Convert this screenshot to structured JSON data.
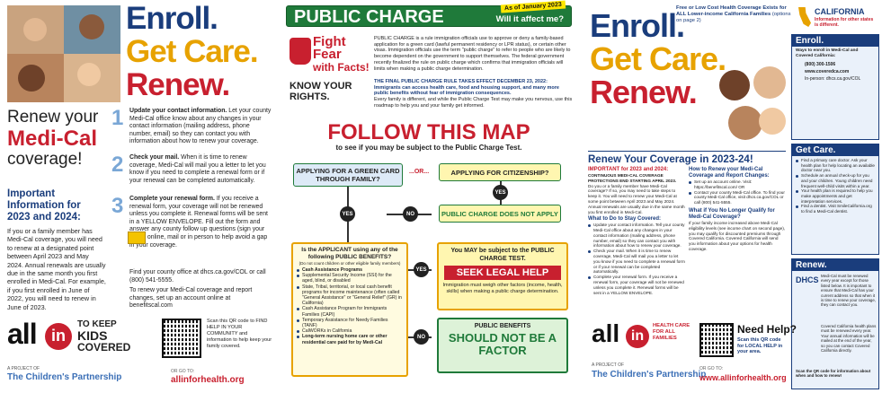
{
  "left": {
    "slogan": {
      "enroll": "Enroll.",
      "get_care": "Get Care.",
      "renew": "Renew."
    },
    "headline_1": "Renew your",
    "headline_2": "Medi-Cal",
    "headline_3": "coverage!",
    "important_title": "Important Information for 2023 and 2024:",
    "important_body": "If you or a family member has Medi-Cal coverage, you will need to renew at a designated point between April 2023 and May 2024. Annual renewals are usually due in the same month you first enrolled in Medi-Cal. For example, if you first enrolled in June of 2022, you will need to renew in June of 2023.",
    "steps": [
      {
        "num": "1",
        "title": "Update your contact information.",
        "body": "Let your county Medi-Cal office know about any changes in your contact information (mailing address, phone number, email) so they can contact you with information about how to renew your coverage."
      },
      {
        "num": "2",
        "title": "Check your mail.",
        "body": "When it is time to renew coverage, Medi-Cal will mail you a letter to let you know if you need to complete a renewal form or if your renewal can be completed automatically."
      },
      {
        "num": "3",
        "title": "Complete your renewal form.",
        "body": "If you receive a renewal form, your coverage will not be renewed unless you complete it. Renewal forms will be sent in a YELLOW ENVELOPE. Fill out the form and answer any county follow up questions (sign your form), online, mail or in person to help avoid a gap in your coverage."
      }
    ],
    "find_office": "Find your county office at dhcs.ca.gov/COL or call (800) 541-5555.",
    "renew_text": "To renew your Medi-Cal coverage and report changes, set up an account online at benefitscal.com",
    "logo": {
      "all": "all",
      "in": "in",
      "to_keep": "TO KEEP",
      "kids": "KIDS",
      "covered": "COVERED"
    },
    "project_of": "A PROJECT OF",
    "partnership": "The Children's Partnership",
    "qr_text": "Scan this QR code to FIND HELP IN YOUR COMMUNITY and information to help keep your family covered.",
    "or_go_to": "OR GO TO:",
    "url": "allinforhealth.org"
  },
  "middle": {
    "title": "PUBLIC CHARGE",
    "badge": "As of January 2023",
    "will_it": "Will it affect me?",
    "fight_1": "Fight",
    "fight_2": "Fear",
    "fight_3": "with Facts!",
    "know": "KNOW YOUR RIGHTS.",
    "intro_1": "PUBLIC CHARGE is a rule immigration officials use to approve or deny a family-based application for a green card (lawful permanent residency or LPR status), or certain other visas. Immigration officials use the term \"public charge\" to refer to people who are likely to become dependent on the government to support themselves. The federal government recently finalized the rule on public charge which confirms that immigration officials will limits when making a public charge determination.",
    "intro_2": "THE FINAL PUBLIC CHARGE RULE TAKES EFFECT DECEMBER 23, 2022: Immigrants can access health care, food and housing support, and many more public benefits without fear of immigration consequences.",
    "intro_3": "Every family is different, and while the Public Charge Test may make you nervous, use this roadmap to help you and your family get informed.",
    "follow": "FOLLOW THIS MAP",
    "follow_sub": "to see if you may be subject to the Public Charge Test.",
    "q_green": "APPLYING FOR A GREEN CARD THROUGH FAMILY?",
    "or": "...OR...",
    "q_citizen": "APPLYING FOR CITIZENSHIP?",
    "yes": "YES",
    "no": "NO",
    "does_not_apply": "PUBLIC CHARGE DOES NOT APPLY",
    "applicant_q": "Is the APPLICANT using any of the following PUBLIC BENEFITS?",
    "applicant_note": "(Do not count children or other eligible family members)",
    "benefits": [
      "Cash Assistance Programs",
      "Supplemental Security Income (SSI) for the aged, blind, or disabled",
      "State, Tribal, territorial, or local cash benefit programs for income maintenance (often called \"General Assistance\" or \"General Relief\" (GR) in California)",
      "Cash Assistance Program for Immigrants Families (CAPI)",
      "Temporary Assistance for Needy Families (TANF)",
      "CalWORKs in California",
      "Long-term nursing home care or other residential care paid for by Medi-Cal"
    ],
    "subject": "You MAY be subject to the PUBLIC CHARGE TEST.",
    "seek": "SEEK LEGAL HELP",
    "weigh": "Immigration must weigh other factors (income, health, skills) when making a public charge determination.",
    "pb_label": "PUBLIC BENEFITS",
    "should_not": "SHOULD NOT BE A FACTOR"
  },
  "right": {
    "free_low": "Free or Low Cost Health Coverage Exists for ALL Lower-income California Families",
    "free_low_note": "(options on page 2)",
    "california": "CALIFORNIA",
    "ca_note": "Information for other states is different.",
    "slogan": {
      "enroll": "Enroll.",
      "get_care": "Get Care.",
      "renew": "Renew."
    },
    "renew_title": "Renew Your Coverage in 2023-24!",
    "important_heading": "IMPORTANT for 2023 and 2024:",
    "important_sub": "CONTINUOUS MEDI-CAL COVERAGE PROTECTIONS END STARTING APRIL 2023.",
    "important_body": "Do you or a family member have Medi-Cal coverage? If so, you may need to take steps to keep it. You will need to renew your Medi-Cal at some point between April 2023 and May 2024. Annual renewals are usually due in the same month you first enrolled in Medi-Cal.",
    "what_todo": "What to Do to Stay Covered:",
    "todo": [
      "Update your contact information. Tell your county Medi-Cal office about any changes in your contact information (mailing address, phone number, email) so they can contact you with information about how to renew your coverage.",
      "Check your mail. When it is time to renew coverage, Medi-Cal will mail you a letter to let you know if you need to complete a renewal form or if your renewal can be completed automatically.",
      "Complete your renewal form. If you receive a renewal form, your coverage will not be renewed unless you complete it. Renewal forms will be sent in a YELLOW ENVELOPE."
    ],
    "how_renew": "How to Renew your Medi-Cal Coverage and Report Changes:",
    "how_items": [
      "Set up an account online. Visit: https://benefitscal.com/ OR",
      "Contact your county Medi-Cal office. To find your county Medi-Cal office, visit dhcs.ca.gov/COL or call (800) 541-5555."
    ],
    "no_longer": "What if You No Longer Qualify for Medi-Cal Coverage?",
    "no_longer_body": "If your family income increased above Medi-Cal eligibility levels (see income chart on second page), you may qualify for discounted premiums through Covered California. Covered California will send you information about your options for health coverage.",
    "enroll_head": "Enroll.",
    "enroll_sub": "Ways to enroll in Medi-Cal and Covered California:",
    "phone": "(800) 300-1506",
    "web": "www.coveredca.com",
    "in_person": "In-person: dhcs.ca.gov/COL",
    "getcare_head": "Get Care.",
    "getcare_items": [
      "Find a primary care doctor. Ask your health plan for help locating an available doctor near you.",
      "Schedule an annual check-up for you and your children. Young children need frequent well-child visits within a year.",
      "Your health plan is required to help you make appointments and get interpretation services.",
      "Find a dentist. Visit SmileCalifornia.org to find a Medi-Cal dentist."
    ],
    "renew_head": "Renew.",
    "renew_note": "Medi-Cal must be renewed every year except for those listed below. It is important to ensure that Medi-Cal has your current address so that when it is time to renew your coverage, they can contact you.",
    "covered_note": "Covered California health plans must be renewed every year. Your annual information will be mailed at the end of the year, so you can contact Covered California directly.",
    "scan_note": "Scan the QR code for information about when and how to renew!",
    "dhcs": "DHCS",
    "logo": {
      "all": "all",
      "in": "in",
      "health": "HEALTH CARE FOR ALL FAMILIES"
    },
    "project_of": "A PROJECT OF",
    "partnership": "The Children's Partnership",
    "need_help": "Need Help?",
    "need_help_sub": "Scan this QR code for LOCAL HELP in your area.",
    "or_go_to": "OR GO TO:",
    "url": "www.allinforhealth.org"
  },
  "colors": {
    "navy": "#1a3d7c",
    "red": "#c8202f",
    "gold": "#e7a200",
    "green": "#1f7a3a",
    "yellow": "#ffe600"
  }
}
